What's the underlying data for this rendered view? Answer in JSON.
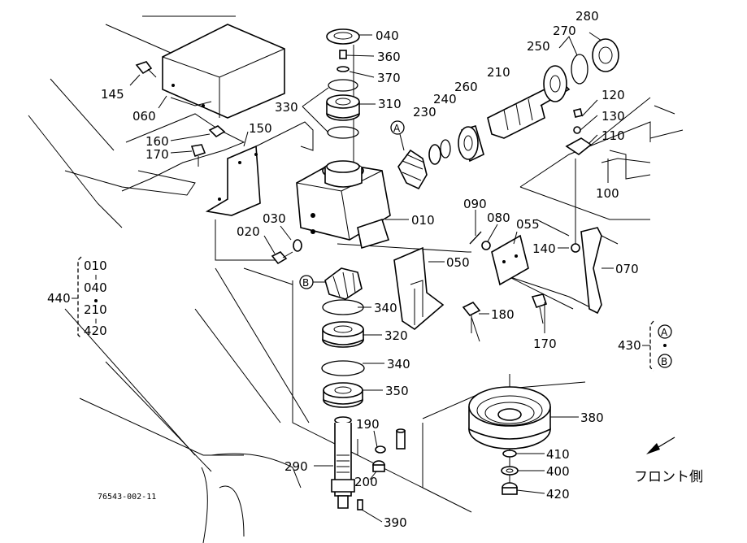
{
  "labels": {
    "p040": "040",
    "p360": "360",
    "p370": "370",
    "p330": "330",
    "p310": "310",
    "p230": "230",
    "p240": "240",
    "p260": "260",
    "p210": "210",
    "p250": "250",
    "p270": "270",
    "p280": "280",
    "p120": "120",
    "p130": "130",
    "p110": "110",
    "p100": "100",
    "p145": "145",
    "p060": "060",
    "p150": "150",
    "p160": "160",
    "p170a": "170",
    "p030": "030",
    "p020": "020",
    "p010": "010",
    "p090": "090",
    "p080": "080",
    "p055": "055",
    "p050": "050",
    "p140": "140",
    "p070": "070",
    "p340a": "340",
    "p320": "320",
    "p340b": "340",
    "p350": "350",
    "p180": "180",
    "p170b": "170",
    "p380": "380",
    "p190": "190",
    "p290": "290",
    "p200": "200",
    "p390": "390",
    "p410": "410",
    "p400": "400",
    "p420": "420",
    "p440": "440",
    "p430": "430",
    "markA": "A",
    "markB": "B"
  },
  "kit440": [
    "010",
    "040",
    "210",
    "420"
  ],
  "kit430": [
    "A",
    "B"
  ],
  "front_side": "フロント側",
  "drawing_code": "76543-002-11"
}
